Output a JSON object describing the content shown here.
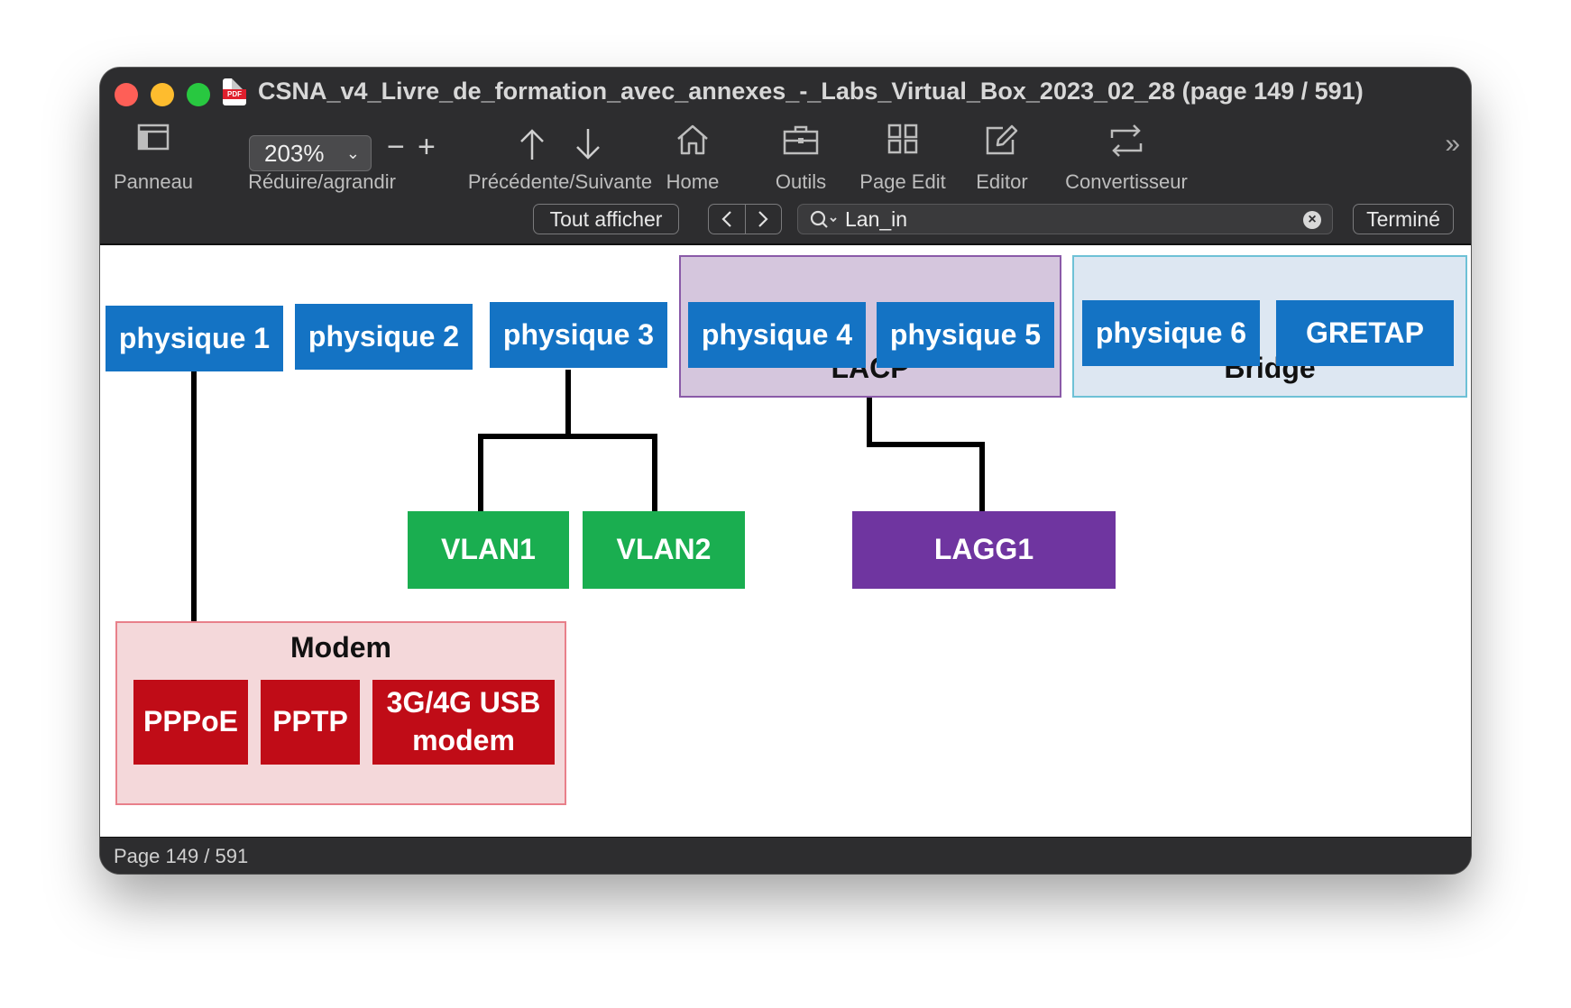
{
  "window": {
    "title": "CSNA_v4_Livre_de_formation_avec_annexes_-_Labs_Virtual_Box_2023_02_28 (page 149 / 591)",
    "app_icon_label": "PDF"
  },
  "toolbar": {
    "panneau": "Panneau",
    "zoom_value": "203%",
    "zoom_minus": "−",
    "zoom_plus": "+",
    "zoom_label": "Réduire/agrandir",
    "prev_next_label": "Précédente/Suivante",
    "home": "Home",
    "outils": "Outils",
    "page_edit": "Page Edit",
    "editor": "Editor",
    "convertisseur": "Convertisseur"
  },
  "findbar": {
    "show_all": "Tout afficher",
    "search_value": "Lan_in",
    "done": "Terminé"
  },
  "diagram": {
    "physique1": "physique 1",
    "physique2": "physique 2",
    "physique3": "physique 3",
    "physique4": "physique 4",
    "physique5": "physique 5",
    "physique6": "physique 6",
    "gretap": "GRETAP",
    "lacp": "LACP",
    "bridge": "Bridge",
    "vlan1": "VLAN1",
    "vlan2": "VLAN2",
    "lagg1": "LAGG1",
    "modem": "Modem",
    "pppoe": "PPPoE",
    "pptp": "PPTP",
    "usb_line1": "3G/4G USB",
    "usb_line2": "modem"
  },
  "status": {
    "page": "Page 149 / 591"
  },
  "colors": {
    "node_blue": "#1473c4",
    "node_green": "#1aae50",
    "node_purple": "#6f35a0",
    "node_red": "#c00c17",
    "lacp_fill": "#d5c6dd",
    "bridge_fill": "#dde7f2",
    "modem_fill": "#f4d8da"
  }
}
